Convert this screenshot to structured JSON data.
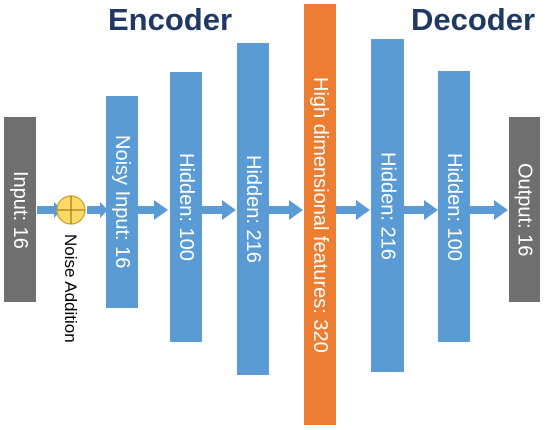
{
  "titles": {
    "encoder": "Encoder",
    "decoder": "Decoder"
  },
  "colors": {
    "title": "#1f3864",
    "input_output": "#6f6f6f",
    "hidden": "#5b9bd5",
    "feature": "#ed7d31",
    "arrow": "#5b9bd5",
    "noise_fill": "#ffd966",
    "text_light": "#ffffff"
  },
  "blocks": [
    {
      "id": "input",
      "label": "Input: 16",
      "kind": "input_output"
    },
    {
      "id": "noisy-input",
      "label": "Noisy Input: 16",
      "kind": "hidden"
    },
    {
      "id": "encoder-hidden-1",
      "label": "Hidden: 100",
      "kind": "hidden"
    },
    {
      "id": "encoder-hidden-2",
      "label": "Hidden: 216",
      "kind": "hidden"
    },
    {
      "id": "features",
      "label": "High dimensional features: 320",
      "kind": "feature"
    },
    {
      "id": "decoder-hidden-1",
      "label": "Hidden: 216",
      "kind": "hidden"
    },
    {
      "id": "decoder-hidden-2",
      "label": "Hidden: 100",
      "kind": "hidden"
    },
    {
      "id": "output",
      "label": "Output: 16",
      "kind": "input_output"
    }
  ],
  "noise": {
    "label": "Noise Addition",
    "icon": "circled-plus-icon"
  }
}
